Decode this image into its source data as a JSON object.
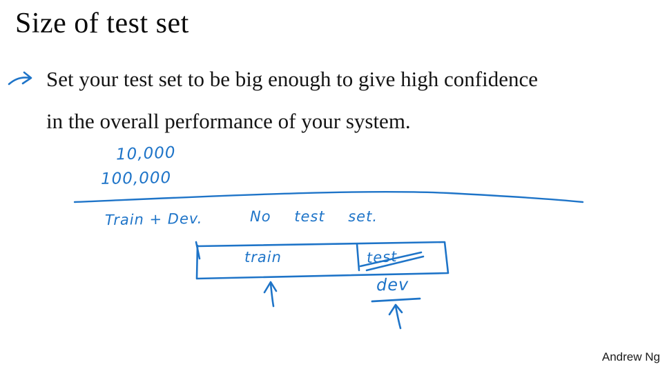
{
  "slide": {
    "title": "Size of test set",
    "bullet": {
      "line1": "Set your test set to be big enough to give high confidence",
      "line2": "in the overall performance of your system."
    },
    "author": "Andrew Ng"
  },
  "annotations": {
    "ink_color": "#1e74c8",
    "sample_size_small": "10,000",
    "sample_size_large": "100,000",
    "split_label": "Train + Dev.",
    "note_label": "No test set.",
    "box_train_label": "train",
    "box_test_label": "test",
    "dev_label": "dev",
    "icons": [
      "handdrawn-right-arrow-icon",
      "handdrawn-up-arrow-icon",
      "handdrawn-up-arrow-icon",
      "strikethrough-marks",
      "underline-mark",
      "data-split-box",
      "separator-arc-line"
    ]
  }
}
